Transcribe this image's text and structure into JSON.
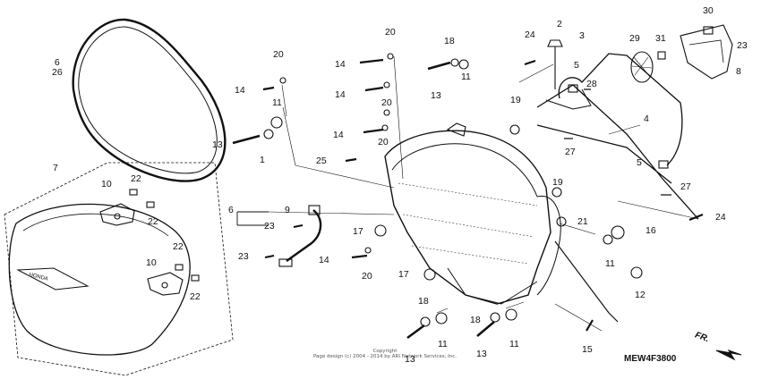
{
  "diagram": {
    "part_code": "MEW4F3800",
    "direction_label": "FR.",
    "copyright_line1": "Copyright",
    "copyright_line2": "Page design (c) 2004 - 2014 by ARI Network Services, Inc.",
    "callouts": {
      "c_6_26_a": "6",
      "c_6_26_b": "26",
      "c_7": "7",
      "c_10a": "10",
      "c_22a": "22",
      "c_22b": "22",
      "c_10b": "10",
      "c_22c": "22",
      "c_22d": "22",
      "c_6": "6",
      "c_9": "9",
      "c_23a": "23",
      "c_23b": "23",
      "c_13a": "13",
      "c_11a": "11",
      "c_1": "1",
      "c_14a": "14",
      "c_20a": "20",
      "c_14b": "14",
      "c_20b": "20",
      "c_14c": "14",
      "c_20c": "20",
      "c_14d": "14",
      "c_20d": "20",
      "c_25": "25",
      "c_18a": "18",
      "c_13b": "13",
      "c_11b": "11",
      "c_17a": "17",
      "c_17b": "17",
      "c_14e": "14",
      "c_20e": "20",
      "c_24a": "24",
      "c_2": "2",
      "c_3": "3",
      "c_5a": "5",
      "c_19a": "19",
      "c_28": "28",
      "c_4": "4",
      "c_27a": "27",
      "c_29": "29",
      "c_31": "31",
      "c_30": "30",
      "c_23c": "23",
      "c_8": "8",
      "c_5b": "5",
      "c_27b": "27",
      "c_24b": "24",
      "c_19b": "19",
      "c_21": "21",
      "c_16": "16",
      "c_11c": "11",
      "c_12": "12",
      "c_18b": "18",
      "c_11d": "11",
      "c_13c": "13",
      "c_18c": "18",
      "c_13d": "13",
      "c_11e": "11",
      "c_15": "15"
    }
  }
}
